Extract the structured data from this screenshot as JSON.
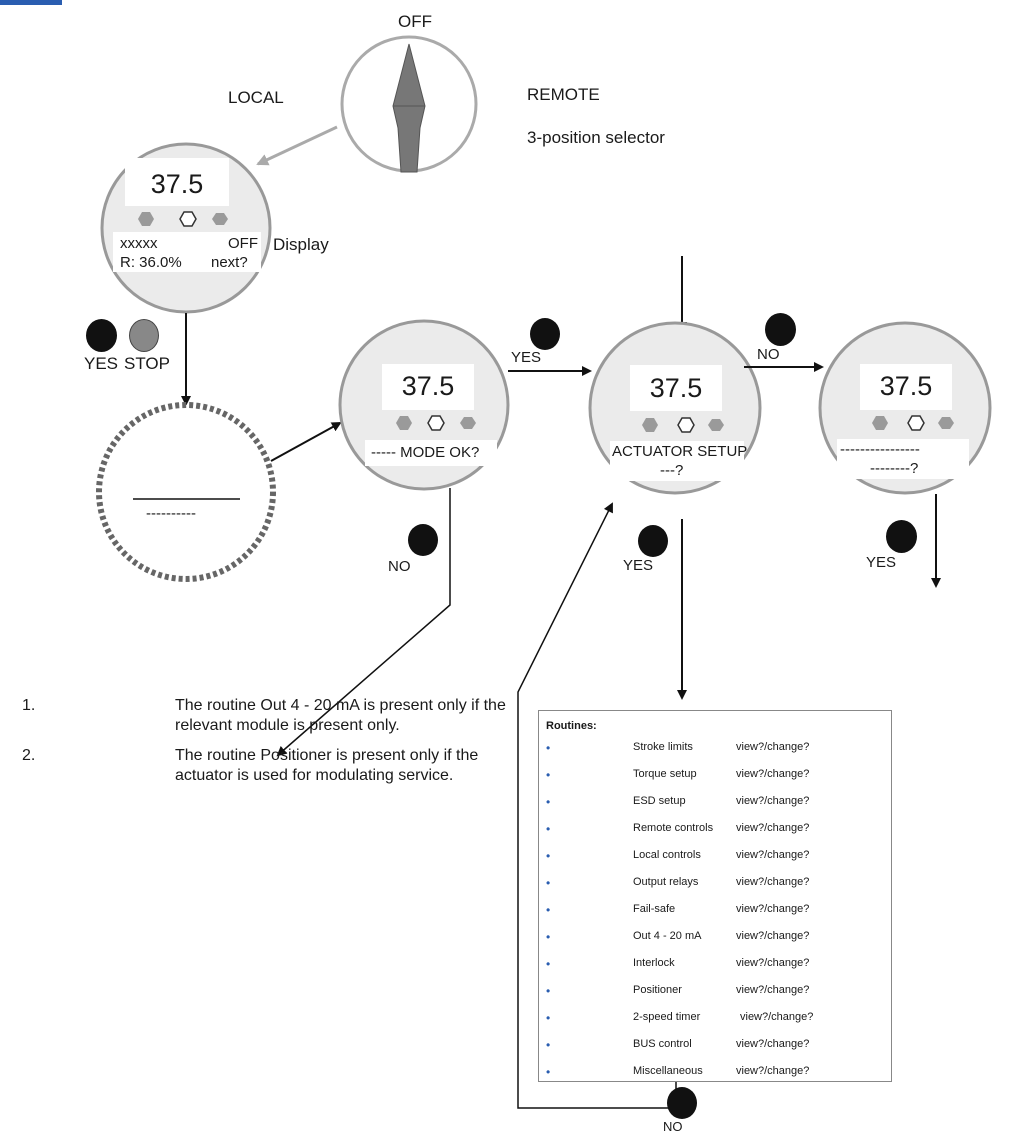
{
  "selector": {
    "off_label": "OFF",
    "local_label": "LOCAL",
    "remote_label": "REMOTE",
    "caption": "3-position selector"
  },
  "main_display": {
    "value": "37.5",
    "line1_left": "xxxxx",
    "line1_right": "OFF",
    "line2_left": "R: 36.0%",
    "line2_right": "next?",
    "caption": "Display"
  },
  "buttons": {
    "yes_label": "YES",
    "stop_label": "STOP"
  },
  "blank_display": {
    "line": "----------"
  },
  "mode_display": {
    "value": "37.5",
    "text": "----- MODE OK?",
    "yes_label": "YES",
    "no_label": "NO"
  },
  "actuator_display": {
    "value": "37.5",
    "line1": "ACTUATOR SETUP",
    "line2": "---?",
    "no_label": "NO",
    "yes_label": "YES"
  },
  "next_display": {
    "value": "37.5",
    "line1": "----------------",
    "line2": "--------?",
    "yes_label": "YES"
  },
  "notes": [
    {
      "number": "1.",
      "text": "The routine Out 4 - 20 mA is present only if the relevant module is present only."
    },
    {
      "number": "2.",
      "text": "The routine Positioner is present only if the actuator is used for modulating service."
    }
  ],
  "routines": {
    "title": "Routines:",
    "items": [
      {
        "name": "Stroke limits",
        "action": "view?/change?"
      },
      {
        "name": "Torque setup",
        "action": "view?/change?"
      },
      {
        "name": "ESD setup",
        "action": "view?/change?"
      },
      {
        "name": "Remote controls",
        "action": "view?/change?"
      },
      {
        "name": "Local controls",
        "action": "view?/change?"
      },
      {
        "name": "Output relays",
        "action": "view?/change?"
      },
      {
        "name": "Fail-safe",
        "action": "view?/change?"
      },
      {
        "name": "Out 4 - 20 mA",
        "action": "view?/change?"
      },
      {
        "name": "Interlock",
        "action": "view?/change?"
      },
      {
        "name": "Positioner",
        "action": "view?/change?"
      },
      {
        "name": "2-speed timer",
        "action": "view?/change?"
      },
      {
        "name": "BUS control",
        "action": "view?/change?"
      },
      {
        "name": "Miscellaneous",
        "action": "view?/change?"
      }
    ],
    "no_label": "NO"
  },
  "colors": {
    "accent": "#2a5db0",
    "bezel": "#ebebeb",
    "ring": "#999999",
    "key_grey": "#9a9a9a"
  }
}
